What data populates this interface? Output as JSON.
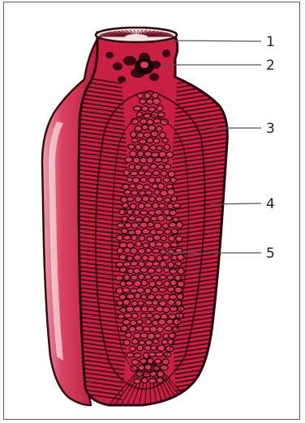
{
  "figure": {
    "labels": [
      "1",
      "2",
      "3",
      "4",
      "5"
    ]
  },
  "colors": {
    "tissue": "#d2334f",
    "tissue_dark": "#6a0a1c",
    "outline": "#1a0508",
    "highlight": "#f5cfd7",
    "leader": "#555555"
  }
}
